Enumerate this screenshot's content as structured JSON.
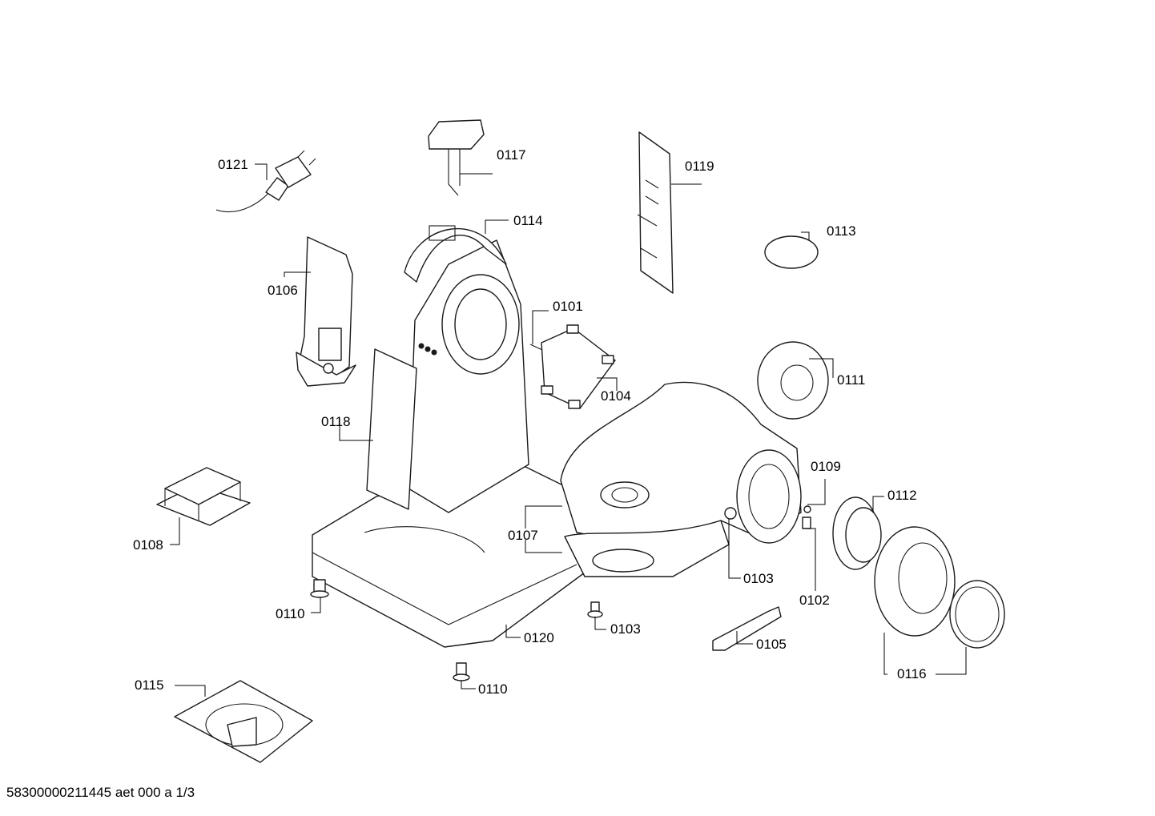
{
  "callouts": {
    "p0101": "0101",
    "p0102": "0102",
    "p0103a": "0103",
    "p0103b": "0103",
    "p0104": "0104",
    "p0105": "0105",
    "p0106": "0106",
    "p0107": "0107",
    "p0108": "0108",
    "p0109": "0109",
    "p0110a": "0110",
    "p0110b": "0110",
    "p0111": "0111",
    "p0112": "0112",
    "p0113": "0113",
    "p0114": "0114",
    "p0115": "0115",
    "p0116": "0116",
    "p0117": "0117",
    "p0118": "0118",
    "p0119": "0119",
    "p0120": "0120",
    "p0121": "0121"
  },
  "footer": {
    "code": "58300000211445 aet 000 a 1/3"
  },
  "colors": {
    "line": "#1a1a1a",
    "background": "#ffffff"
  }
}
